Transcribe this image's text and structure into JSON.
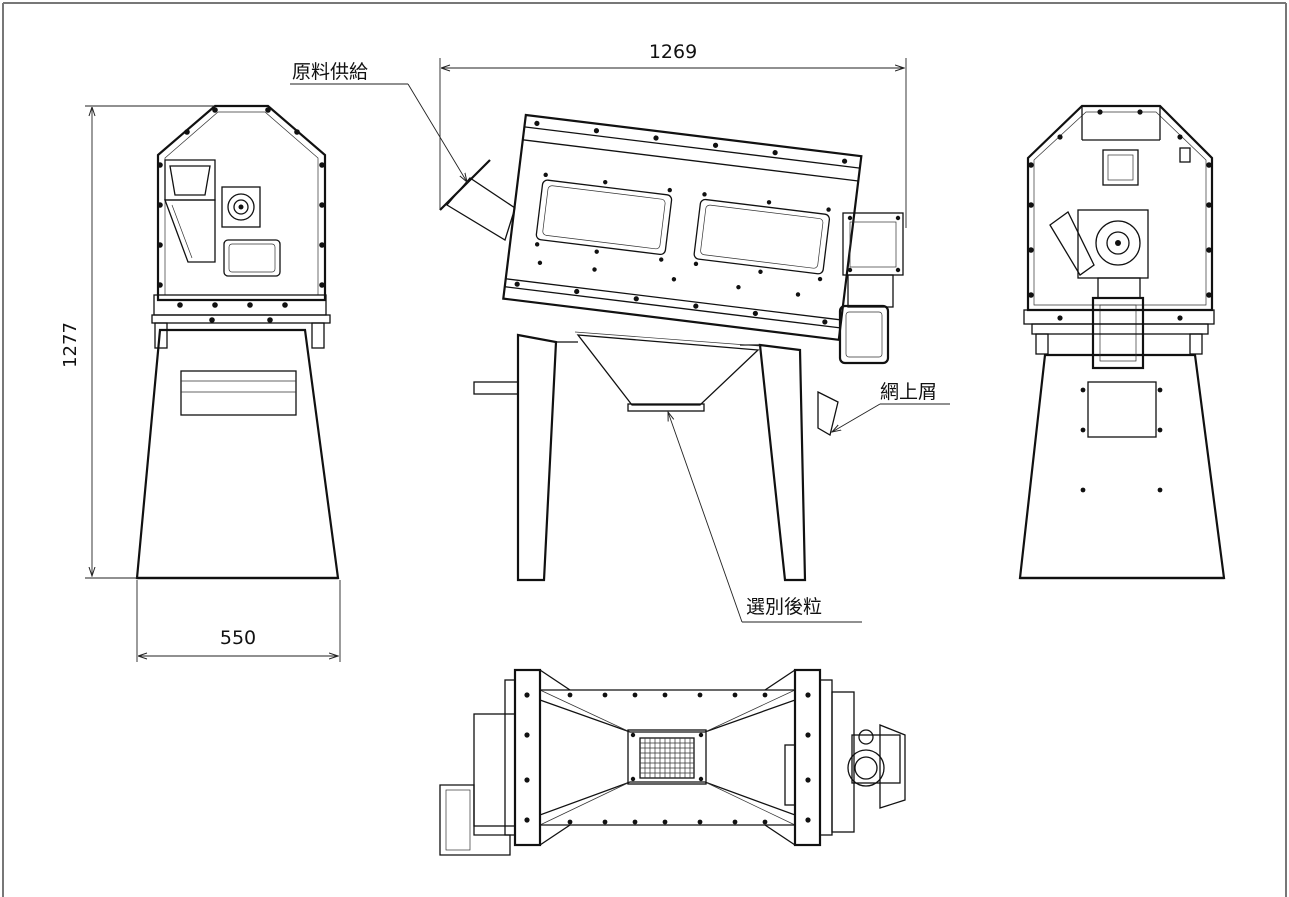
{
  "drawing": {
    "dimensions": {
      "width_top": "1269",
      "height_left": "1277",
      "width_bottom": "550"
    },
    "labels": {
      "feed": "原料供給",
      "oversize": "網上屑",
      "sorted": "選別後粒"
    }
  }
}
